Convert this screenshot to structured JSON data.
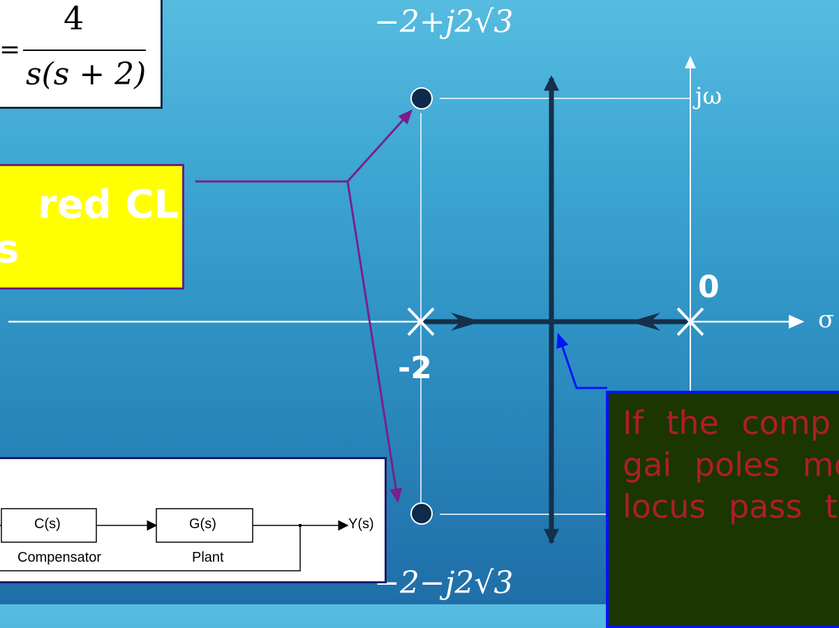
{
  "transfer_function": {
    "lhs": "=",
    "numerator": "4",
    "denominator": "s(s + 2)"
  },
  "desired_box": {
    "line1": "red CL",
    "line2": "s"
  },
  "plot": {
    "upper_pole": "−2+j2√3",
    "lower_pole": "−2−j2√3",
    "jw_axis_label": "jω",
    "sigma_axis_label": "σ",
    "origin_label": "0",
    "minus_two_label": "-2"
  },
  "block_diagram": {
    "compensator_block": "C(s)",
    "compensator_label": "Compensator",
    "plant_block": "G(s)",
    "plant_label": "Plant",
    "output_label": "Y(s)"
  },
  "note": {
    "text": "If the comp simple gai poles mov (red) locus pass th"
  },
  "colors": {
    "locus": "#15304a",
    "callout_purple": "#7a1f8c",
    "note_border": "#0014ff",
    "note_text": "#b01c2c",
    "yellow": "#ffff00"
  }
}
